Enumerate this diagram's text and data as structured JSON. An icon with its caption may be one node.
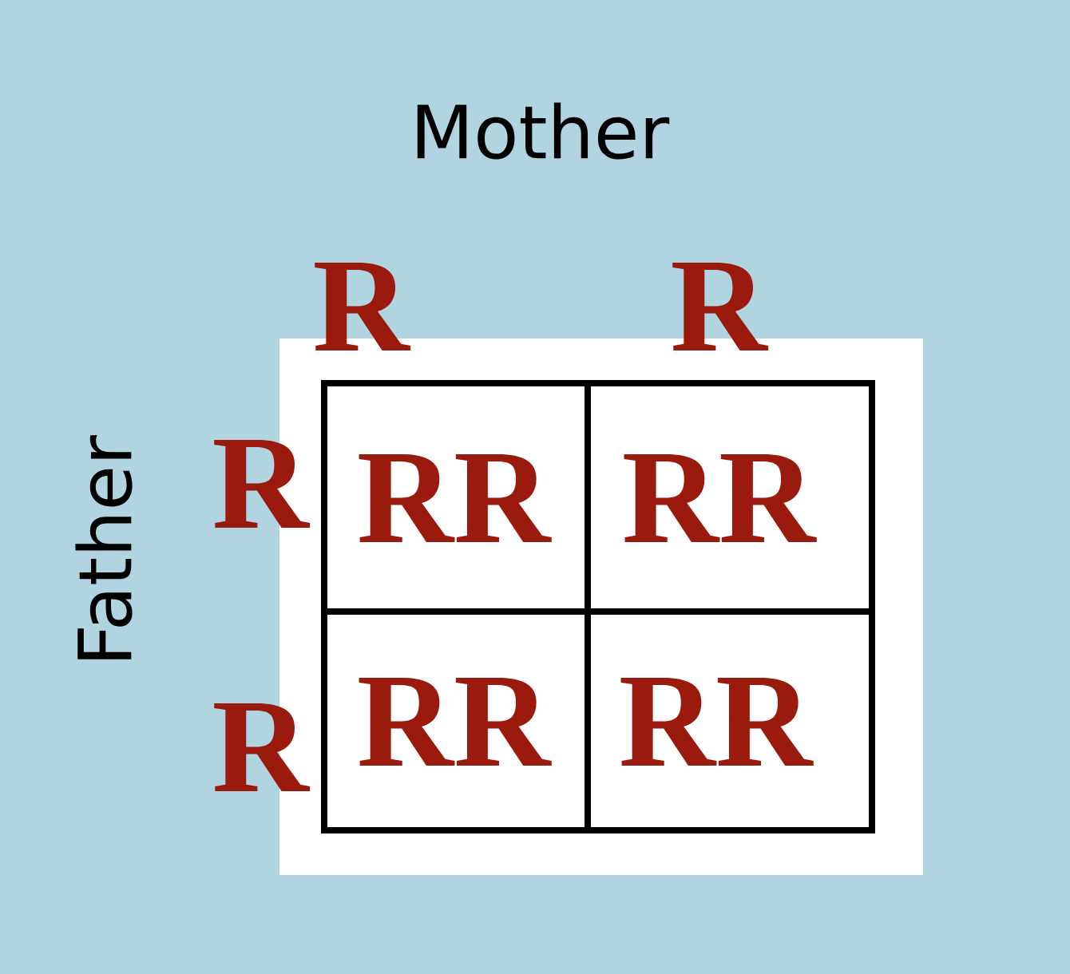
{
  "diagram": {
    "labels": [
      "Mother",
      "R",
      "R",
      "Father",
      "R",
      "RR",
      "RR",
      "R",
      "RR",
      "RR"
    ]
  }
}
